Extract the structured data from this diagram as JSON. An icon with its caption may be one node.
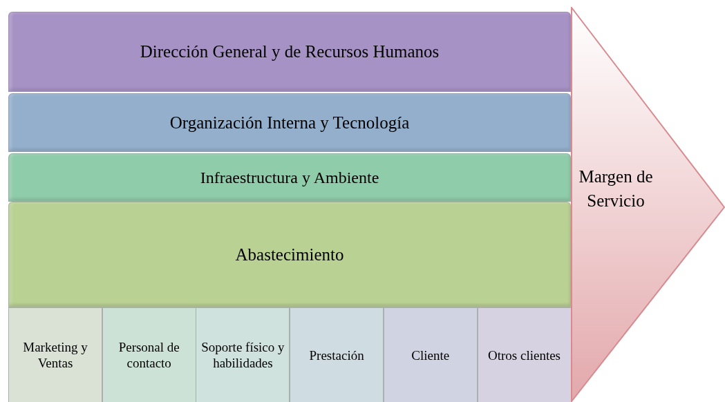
{
  "diagram": {
    "nodes": [
      {
        "text": [
          "Dirección General y de Recursos Humanos"
        ]
      },
      {
        "text": [
          "Organización Interna y Tecnología"
        ]
      },
      {
        "text": [
          "Infraestructura y Ambiente"
        ]
      },
      {
        "text": [
          "Abastecimiento"
        ]
      },
      {
        "text": [
          "Marketing y Ventas"
        ]
      },
      {
        "text": [
          "Personal de contacto"
        ]
      },
      {
        "text": [
          "Soporte físico y habilidades"
        ]
      },
      {
        "text": [
          "Prestación"
        ]
      },
      {
        "text": [
          "Cliente"
        ]
      },
      {
        "text": [
          "Otros clientes"
        ]
      },
      {
        "text": [
          "Margen de Servicio"
        ]
      }
    ]
  }
}
